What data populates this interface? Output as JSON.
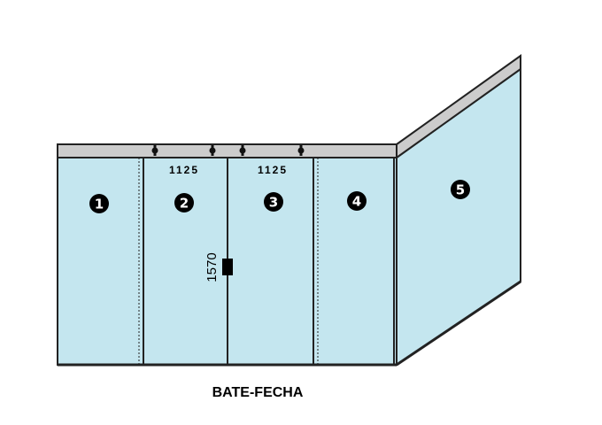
{
  "colors": {
    "glass": "#c4e6ef",
    "frame": "#cccccc",
    "outline": "#222222"
  },
  "panels": [
    {
      "number": "1"
    },
    {
      "number": "2"
    },
    {
      "number": "3"
    },
    {
      "number": "4"
    },
    {
      "number": "5"
    }
  ],
  "dimensions": {
    "panel2_width": "1125",
    "panel3_width": "1125",
    "handle_height": "1570"
  },
  "caption": "BATE-FECHA"
}
